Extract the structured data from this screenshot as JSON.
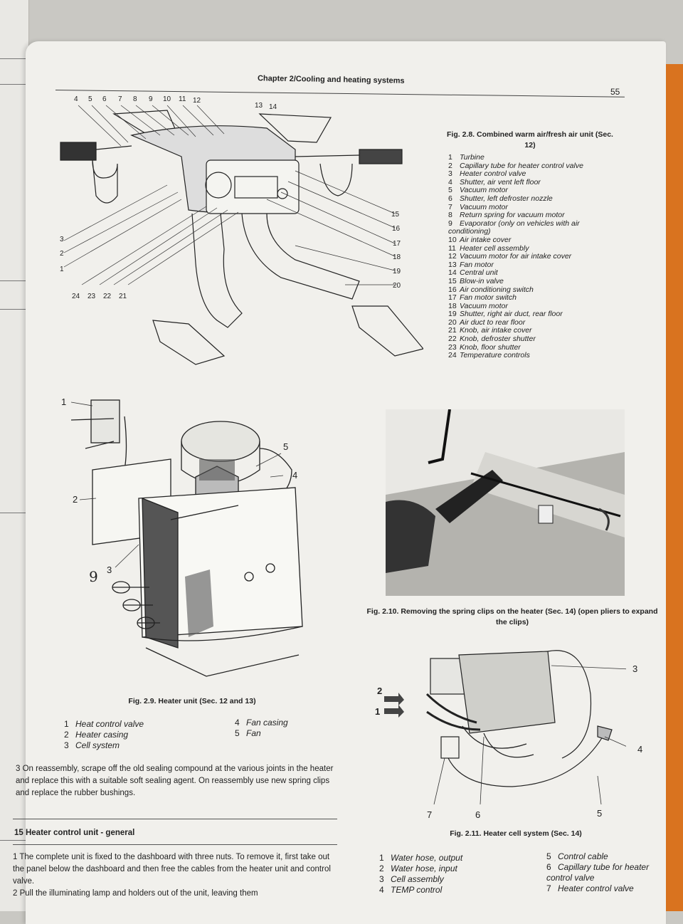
{
  "header": {
    "title": "Chapter 2/Cooling and heating systems",
    "page_number": "55"
  },
  "fig28": {
    "caption": "Fig. 2.8. Combined warm air/fresh air unit (Sec. 12)",
    "top_callouts": [
      "4",
      "5",
      "6",
      "7",
      "8",
      "9",
      "10",
      "11",
      "12"
    ],
    "mid_callouts": [
      "13",
      "14"
    ],
    "left_callouts": [
      "3",
      "2",
      "1"
    ],
    "bottom_callouts": [
      "24",
      "23",
      "22",
      "21"
    ],
    "right_callouts": [
      "15",
      "16",
      "17",
      "18",
      "19",
      "20"
    ],
    "legend": [
      {
        "n": "1",
        "t": "Turbine"
      },
      {
        "n": "2",
        "t": "Capillary tube for heater control valve"
      },
      {
        "n": "3",
        "t": "Heater control valve"
      },
      {
        "n": "4",
        "t": "Shutter, air vent left floor"
      },
      {
        "n": "5",
        "t": "Vacuum motor"
      },
      {
        "n": "6",
        "t": "Shutter, left defroster nozzle"
      },
      {
        "n": "7",
        "t": "Vacuum motor"
      },
      {
        "n": "8",
        "t": "Return spring for vacuum motor"
      },
      {
        "n": "9",
        "t": "Evaporator (only on vehicles with air conditioning)"
      },
      {
        "n": "10",
        "t": "Air intake cover"
      },
      {
        "n": "11",
        "t": "Heater cell assembly"
      },
      {
        "n": "12",
        "t": "Vacuum motor for air intake cover"
      },
      {
        "n": "13",
        "t": "Fan motor"
      },
      {
        "n": "14",
        "t": "Central unit"
      },
      {
        "n": "15",
        "t": "Blow-in valve"
      },
      {
        "n": "16",
        "t": "Air conditioning switch"
      },
      {
        "n": "17",
        "t": "Fan motor switch"
      },
      {
        "n": "18",
        "t": "Vacuum motor"
      },
      {
        "n": "19",
        "t": "Shutter, right air duct, rear floor"
      },
      {
        "n": "20",
        "t": "Air duct to rear floor"
      },
      {
        "n": "21",
        "t": "Knob, air intake cover"
      },
      {
        "n": "22",
        "t": "Knob, defroster shutter"
      },
      {
        "n": "23",
        "t": "Knob, floor shutter"
      },
      {
        "n": "24",
        "t": "Temperature controls"
      }
    ]
  },
  "fig29": {
    "caption": "Fig. 2.9. Heater unit (Sec. 12 and 13)",
    "callouts": {
      "c1": "1",
      "c2": "2",
      "c3": "3",
      "c4": "4",
      "c5": "5",
      "hand": "9"
    },
    "legend_left": [
      {
        "n": "1",
        "t": "Heat control valve"
      },
      {
        "n": "2",
        "t": "Heater casing"
      },
      {
        "n": "3",
        "t": "Cell system"
      }
    ],
    "legend_right": [
      {
        "n": "4",
        "t": "Fan casing"
      },
      {
        "n": "5",
        "t": "Fan"
      }
    ]
  },
  "fig210": {
    "caption": "Fig. 2.10. Removing the spring clips on the heater (Sec. 14) (open pliers to expand the clips)"
  },
  "fig211": {
    "caption": "Fig. 2.11. Heater cell system (Sec. 14)",
    "callouts": {
      "c1": "1",
      "c2": "2",
      "c3": "3",
      "c4": "4",
      "c5": "5",
      "c6": "6",
      "c7": "7"
    },
    "legend_left": [
      {
        "n": "1",
        "t": "Water hose, output"
      },
      {
        "n": "2",
        "t": "Water hose, input"
      },
      {
        "n": "3",
        "t": "Cell assembly"
      },
      {
        "n": "4",
        "t": "TEMP control"
      }
    ],
    "legend_right": [
      {
        "n": "5",
        "t": "Control cable"
      },
      {
        "n": "6",
        "t": "Capillary tube for heater control valve"
      },
      {
        "n": "7",
        "t": "Heater control valve"
      }
    ]
  },
  "body": {
    "para_reassembly": "3 On reassembly, scrape off the old sealing compound at the various joints in the heater and replace this with a suitable soft sealing agent. On reassembly use new spring clips and replace the rubber bushings.",
    "section_heading": "15 Heater control unit - general",
    "para_1": "1 The complete unit is fixed to the dashboard with three nuts. To remove it, first take out the panel below the dashboard and then free the cables from the heater unit and control valve.",
    "para_2": "2 Pull the illuminating lamp and holders out of the unit, leaving them"
  }
}
